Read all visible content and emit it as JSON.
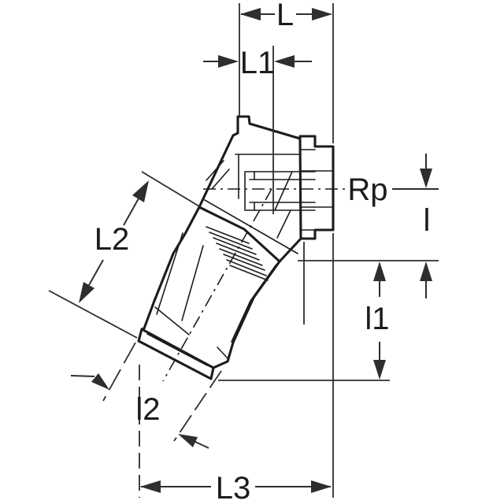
{
  "drawing": {
    "kind": "pipe-fitting dimension drawing",
    "labels": {
      "L": "L",
      "L1": "L1",
      "L2": "L2",
      "L3": "L3",
      "Rp": "Rp",
      "l": "l",
      "l1": "l1",
      "l2": "l2"
    }
  },
  "colors": {
    "line": "#1c1c1c",
    "dim": "#2e2e2e",
    "background": "#ffffff"
  }
}
